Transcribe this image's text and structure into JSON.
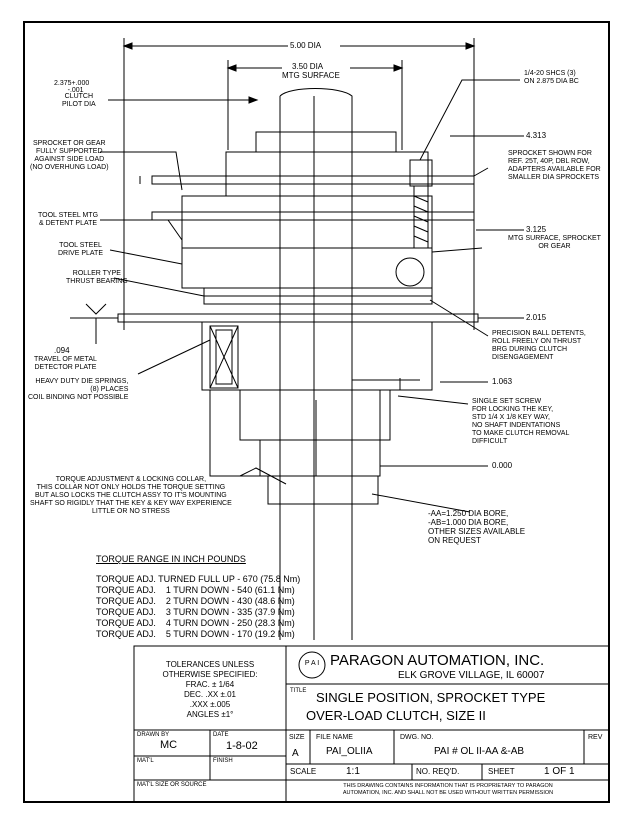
{
  "dimensions": {
    "dia_500": "5.00 DIA",
    "dia_350": "3.50 DIA",
    "mtg_surface": "MTG SURFACE",
    "clutch_pilot_value": "2.375+.000\n       -.001",
    "clutch_pilot_label": "CLUTCH\nPILOT DIA",
    "h_4313": "4.313",
    "h_3125": "3.125",
    "h_2015": "2.015",
    "h_1063": "1.063",
    "h_0000": "0.000",
    "travel_value": ".094",
    "travel_label": "TRAVEL OF METAL\nDETECTOR PLATE"
  },
  "callouts": {
    "shcs": "1/4-20 SHCS (3)\nON 2.875 DIA BC",
    "sprocket_gear": "SPROCKET OR GEAR\nFULLY SUPPORTED\nAGAINST SIDE LOAD\n(NO OVERHUNG LOAD)",
    "sprocket_shown": "SPROCKET SHOWN FOR\nREF. 25T, 40P, DBL ROW,\nADAPTERS AVAILABLE FOR\nSMALLER DIA SPROCKETS",
    "tool_steel_mtg": "TOOL STEEL MTG\n& DETENT PLATE",
    "tool_steel_drive": "TOOL STEEL\nDRIVE PLATE",
    "roller_bearing": "ROLLER TYPE\nTHRUST BEARING",
    "mtg_surface_sprocket": "MTG SURFACE, SPROCKET\nOR GEAR",
    "ball_detents": "PRECISION BALL DETENTS,\nROLL FREELY ON THRUST\nBRG DURING CLUTCH\nDISENGAGEMENT",
    "die_springs": "HEAVY DUTY DIE SPRINGS,\n(8) PLACES\nCOIL BINDING NOT POSSIBLE",
    "set_screw": "SINGLE SET SCREW\nFOR LOCKING THE KEY,\nSTD 1/4 X 1/8 KEY WAY,\nNO SHAFT INDENTATIONS\nTO MAKE CLUTCH REMOVAL\nDIFFICULT",
    "torque_collar": "TORQUE ADJUSTMENT & LOCKING COLLAR,\nTHIS COLLAR NOT ONLY HOLDS THE TORQUE SETTING\nBUT ALSO LOCKS THE CLUTCH ASSY TO IT'S MOUNTING\nSHAFT SO RIGIDLY THAT THE KEY & KEY WAY EXPERIENCE\nLITTLE OR NO STRESS",
    "bore": "-AA=1.250 DIA BORE,\n-AB=1.000 DIA BORE,\nOTHER SIZES AVAILABLE\nON REQUEST"
  },
  "torque": {
    "title": "TORQUE RANGE IN INCH POUNDS",
    "rows": [
      "TORQUE ADJ. TURNED FULL UP - 670 (75.8 Nm)",
      "TORQUE ADJ.    1 TURN DOWN - 540 (61.1 Nm)",
      "TORQUE ADJ.    2 TURN DOWN - 430 (48.6 Nm)",
      "TORQUE ADJ.    3 TURN DOWN - 335 (37.9 Nm)",
      "TORQUE ADJ.    4 TURN DOWN - 250 (28.3 Nm)",
      "TORQUE ADJ.    5 TURN DOWN - 170 (19.2 Nm)"
    ]
  },
  "titleblock": {
    "tolerances": "TOLERANCES UNLESS\nOTHERWISE SPECIFIED:\nFRAC. ± 1/64\nDEC. .XX ±.01\n.XXX ±.005\nANGLES ±1°",
    "logo_letters": "P A I",
    "company": "PARAGON AUTOMATION, INC.",
    "address": "ELK GROVE VILLAGE, IL 60007",
    "title_label": "TITLE",
    "title_line1": "SINGLE POSITION, SPROCKET TYPE",
    "title_line2": "OVER-LOAD CLUTCH, SIZE II",
    "drawn_by_label": "DRAWN BY",
    "drawn_by": "MC",
    "date_label": "DATE",
    "date": "1-8-02",
    "matl_label": "MAT'L",
    "finish_label": "FINISH",
    "matl_size_label": "MAT'L SIZE OR SOURCE",
    "size_label": "SIZE",
    "size": "A",
    "file_label": "FILE NAME",
    "file": "PAI_OLIIA",
    "dwg_label": "DWG. NO.",
    "dwg": "PAI # OL II-AA &-AB",
    "rev_label": "REV",
    "scale_label": "SCALE",
    "scale": "1:1",
    "no_reqd_label": "NO. REQ'D.",
    "sheet_label": "SHEET",
    "sheet": "1 OF 1",
    "proprietary": "THIS DRAWING CONTAINS INFORMATION THAT IS PROPRIETARY TO PARAGON\nAUTOMATION, INC. AND SHALL NOT BE USED WITHOUT WRITTEN PERMISSION"
  }
}
